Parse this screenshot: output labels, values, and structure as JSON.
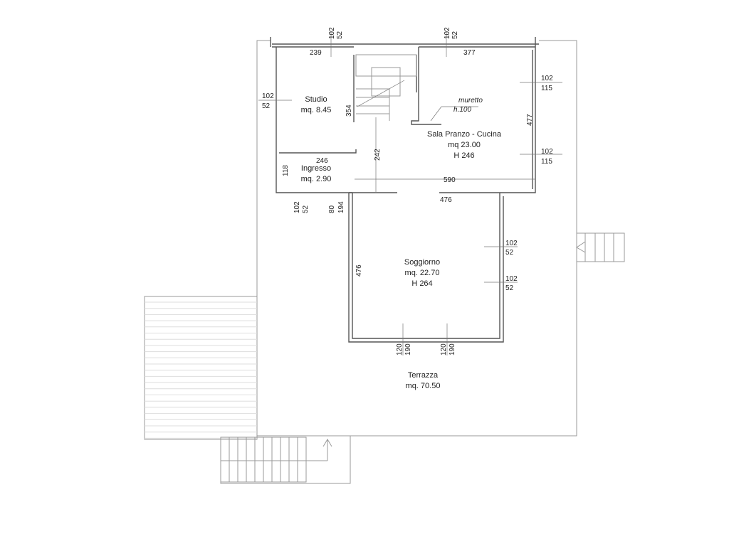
{
  "rooms": {
    "studio": {
      "name": "Studio",
      "area": "mq. 8.45"
    },
    "kitchen": {
      "name": "Sala Pranzo - Cucina",
      "area": "mq 23.00",
      "height": "H 246"
    },
    "entrance": {
      "name": "Ingresso",
      "area": "mq. 2.90"
    },
    "living": {
      "name": "Soggiorno",
      "area": "mq. 22.70",
      "height": "H 264"
    },
    "terrace": {
      "name": "Terrazza",
      "area": "mq. 70.50"
    }
  },
  "notes": {
    "muretto": "muretto",
    "muretto_h": "h.100"
  },
  "dims": {
    "studio_w": "239",
    "studio_h": "354",
    "kitchen_w": "377",
    "kitchen_h": "477",
    "kitchen_len": "590",
    "entrance_w": "246",
    "entrance_h": "118",
    "hall": "242",
    "living_w": "476",
    "living_h": "476",
    "win_a": "102",
    "win_b": "52",
    "win_c": "115",
    "door_a": "80",
    "door_b": "194",
    "pf_a": "120",
    "pf_b": "190"
  }
}
